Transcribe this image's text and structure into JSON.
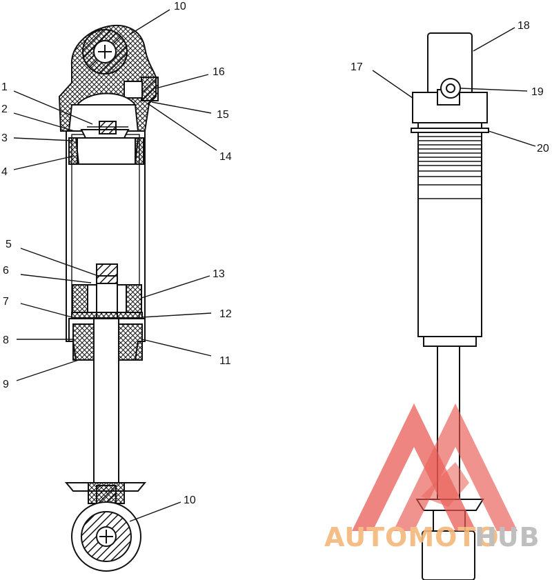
{
  "callouts": [
    {
      "id": "c10a",
      "text": "10"
    },
    {
      "id": "c1",
      "text": "1"
    },
    {
      "id": "c2",
      "text": "2"
    },
    {
      "id": "c3",
      "text": "3"
    },
    {
      "id": "c4",
      "text": "4"
    },
    {
      "id": "c16",
      "text": "16"
    },
    {
      "id": "c15",
      "text": "15"
    },
    {
      "id": "c14",
      "text": "14"
    },
    {
      "id": "c5",
      "text": "5"
    },
    {
      "id": "c6",
      "text": "6"
    },
    {
      "id": "c7",
      "text": "7"
    },
    {
      "id": "c8",
      "text": "8"
    },
    {
      "id": "c9",
      "text": "9"
    },
    {
      "id": "c13",
      "text": "13"
    },
    {
      "id": "c12",
      "text": "12"
    },
    {
      "id": "c11",
      "text": "11"
    },
    {
      "id": "c10b",
      "text": "10"
    },
    {
      "id": "c17",
      "text": "17"
    },
    {
      "id": "c18",
      "text": "18"
    },
    {
      "id": "c19",
      "text": "19"
    },
    {
      "id": "c20",
      "text": "20"
    }
  ],
  "watermark": {
    "part1": "AUTOMOTO",
    "part2": "HUB",
    "color_light": "#f5b87a",
    "color_red": "#e8564f",
    "color_gray": "#b9b9b9"
  }
}
